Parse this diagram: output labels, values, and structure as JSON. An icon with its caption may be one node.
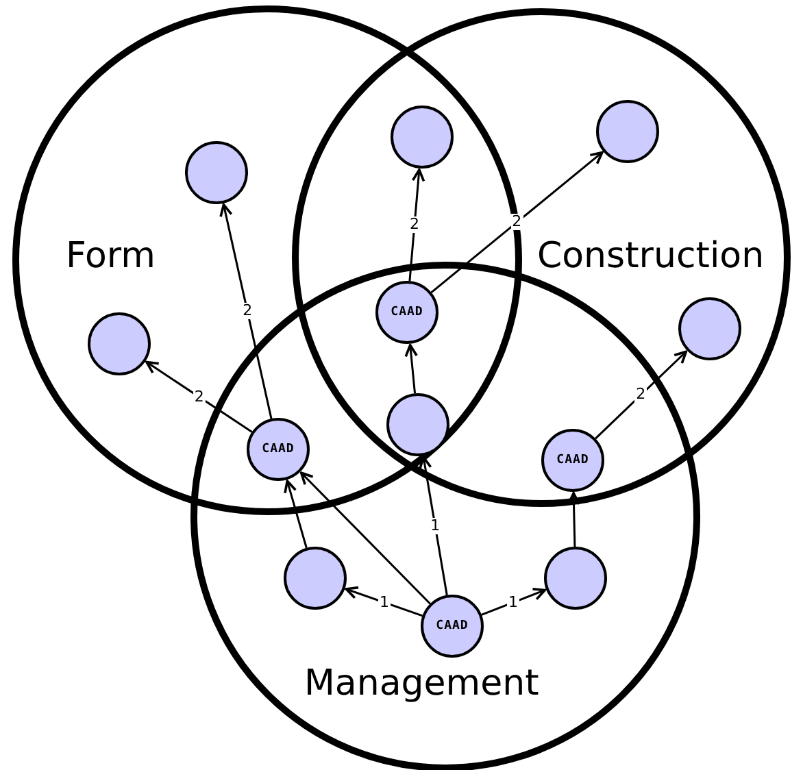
{
  "diagram": {
    "nodes": [
      {
        "text": [
          "Form"
        ]
      },
      {
        "text": [
          "Construction"
        ]
      },
      {
        "text": [
          "Management"
        ]
      },
      {
        "text": [],
        "shape": "circle",
        "in": 0
      },
      {
        "text": [],
        "shape": "circle"
      },
      {
        "text": [],
        "shape": "circle",
        "in": 1
      },
      {
        "text": [],
        "shape": "circle",
        "in": 0
      },
      {
        "text": [
          "CAAD"
        ]
      },
      {
        "text": [],
        "shape": "circle",
        "in": 1
      },
      {
        "text": [
          "CAAD"
        ]
      },
      {
        "text": [],
        "shape": "circle"
      },
      {
        "text": [
          "CAAD"
        ]
      },
      {
        "text": [],
        "shape": "circle",
        "in": 2
      },
      {
        "text": [
          "CAAD"
        ],
        "in": 2
      },
      {
        "text": [],
        "shape": "circle",
        "in": 2
      }
    ],
    "edges": [
      {
        "from": 13,
        "to": 12,
        "arrow": "to",
        "label": "1"
      },
      {
        "from": 13,
        "to": 14,
        "arrow": "to",
        "label": "1"
      },
      {
        "from": 13,
        "to": 10,
        "arrow": "to",
        "label": "1"
      },
      {
        "from": 13,
        "to": 9,
        "arrow": "to"
      },
      {
        "from": 12,
        "to": 9,
        "arrow": "to"
      },
      {
        "from": 10,
        "to": 7,
        "arrow": "to"
      },
      {
        "from": 14,
        "to": 11,
        "arrow": "to"
      },
      {
        "from": 9,
        "to": 6,
        "arrow": "to",
        "label": "2"
      },
      {
        "from": 9,
        "to": 3,
        "arrow": "to",
        "label": "2"
      },
      {
        "from": 7,
        "to": 4,
        "arrow": "to",
        "label": "2"
      },
      {
        "from": 7,
        "to": 5,
        "arrow": "to",
        "label": "2"
      },
      {
        "from": 11,
        "to": 8,
        "arrow": "to",
        "label": "2"
      }
    ]
  }
}
